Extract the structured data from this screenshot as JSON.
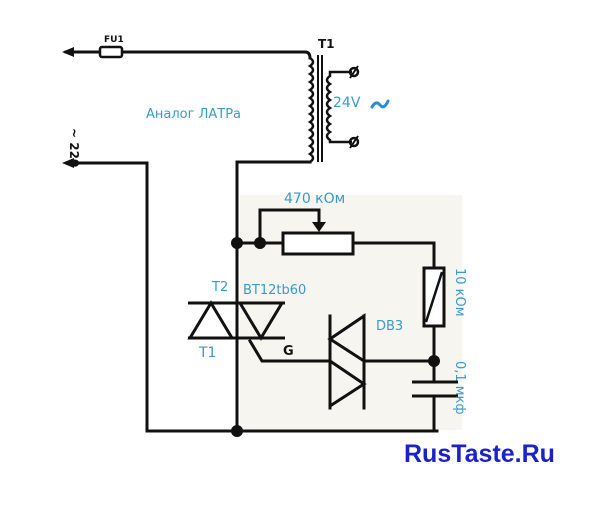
{
  "diagram": {
    "title": "Аналог ЛАТРа",
    "input_voltage": "~ 220",
    "fuse_label": "FU1",
    "transformer_label": "T1",
    "secondary_voltage": "24V",
    "pot_label": "470 кОм",
    "resistor_label": "10 кОм",
    "capacitor_label": "0,1 мкф",
    "triac_part": "BT12tb60",
    "triac_t2": "T2",
    "triac_t1": "T1",
    "triac_gate": "G",
    "diac_part": "DB3",
    "watermark": "RusTaste.Ru",
    "colors": {
      "label": "#3a9ac9",
      "wire": "#111111",
      "watermark": "#1a22c8"
    }
  }
}
